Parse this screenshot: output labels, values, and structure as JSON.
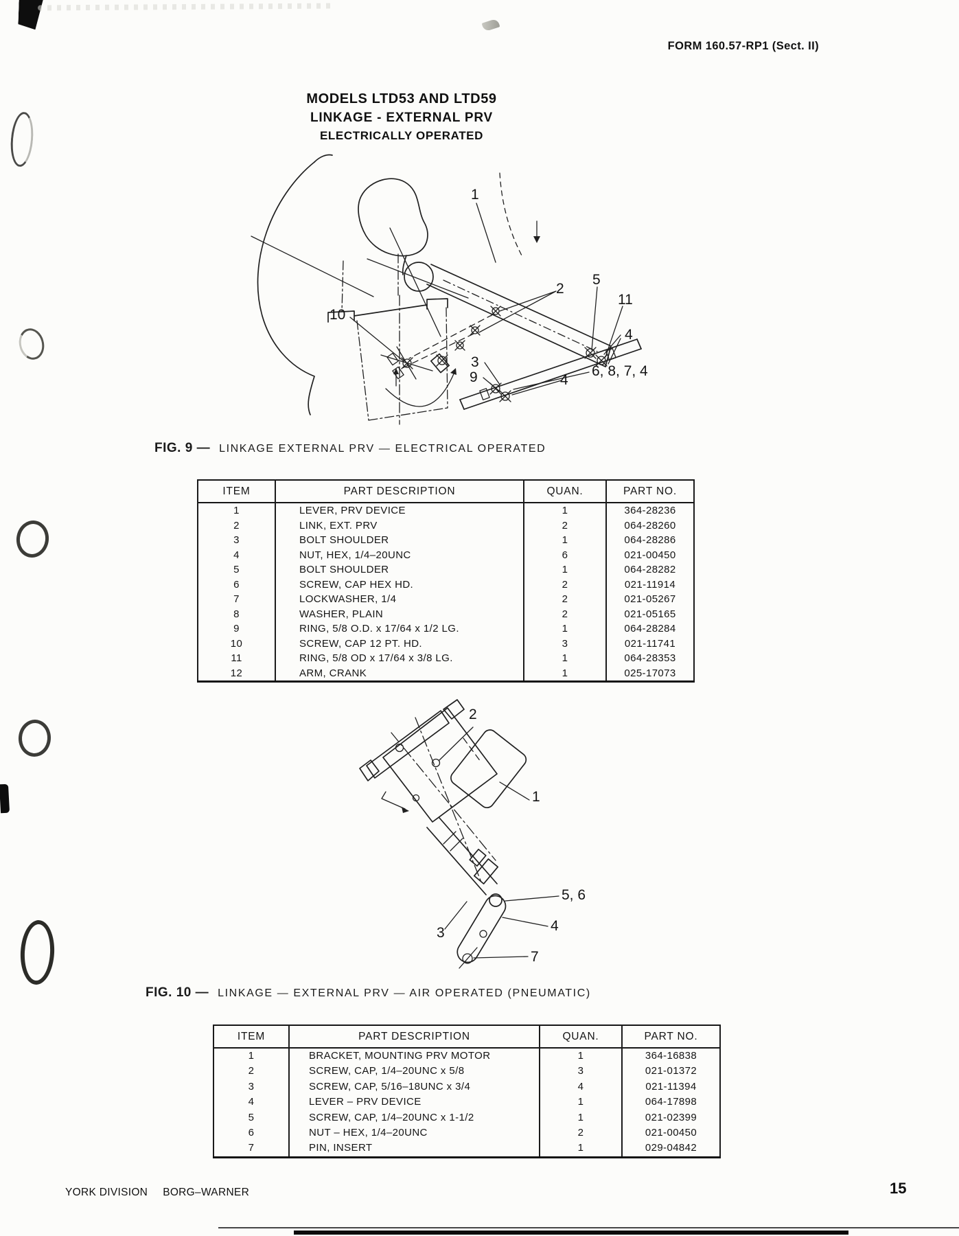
{
  "header": {
    "form_number": "FORM 160.57-RP1 (Sect. II)"
  },
  "title": {
    "line1": "MODELS LTD53 AND LTD59",
    "line2": "LINKAGE - EXTERNAL PRV",
    "line3": "ELECTRICALLY OPERATED"
  },
  "figure9": {
    "label": "FIG. 9 —",
    "caption": "LINKAGE EXTERNAL PRV — ELECTRICAL OPERATED",
    "callouts": {
      "c1": "1",
      "c2": "2",
      "c5": "5",
      "c11": "11",
      "c10": "10",
      "c4r": "4",
      "c3": "3",
      "c9": "9",
      "c6874": "6, 8, 7, 4",
      "c4b": "4"
    }
  },
  "table1": {
    "headers": [
      "ITEM",
      "PART DESCRIPTION",
      "QUAN.",
      "PART NO."
    ],
    "rows": [
      [
        "1",
        "LEVER, PRV DEVICE",
        "1",
        "364-28236"
      ],
      [
        "2",
        "LINK, EXT. PRV",
        "2",
        "064-28260"
      ],
      [
        "3",
        "BOLT SHOULDER",
        "1",
        "064-28286"
      ],
      [
        "4",
        "NUT, HEX, 1/4–20UNC",
        "6",
        "021-00450"
      ],
      [
        "5",
        "BOLT SHOULDER",
        "1",
        "064-28282"
      ],
      [
        "6",
        "SCREW, CAP HEX HD.",
        "2",
        "021-11914"
      ],
      [
        "7",
        "LOCKWASHER, 1/4",
        "2",
        "021-05267"
      ],
      [
        "8",
        "WASHER, PLAIN",
        "2",
        "021-05165"
      ],
      [
        "9",
        "RING, 5/8 O.D. x 17/64 x 1/2 LG.",
        "1",
        "064-28284"
      ],
      [
        "10",
        "SCREW, CAP 12 PT. HD.",
        "3",
        "021-11741"
      ],
      [
        "11",
        "RING, 5/8 OD x 17/64 x 3/8 LG.",
        "1",
        "064-28353"
      ],
      [
        "12",
        "ARM, CRANK",
        "1",
        "025-17073"
      ]
    ]
  },
  "figure10": {
    "label": "FIG. 10 —",
    "caption": "LINKAGE — EXTERNAL PRV — AIR OPERATED (PNEUMATIC)",
    "callouts": {
      "c2": "2",
      "c1": "1",
      "c56": "5, 6",
      "c4": "4",
      "c3": "3",
      "c7": "7"
    }
  },
  "table2": {
    "headers": [
      "ITEM",
      "PART DESCRIPTION",
      "QUAN.",
      "PART NO."
    ],
    "rows": [
      [
        "1",
        "BRACKET, MOUNTING PRV MOTOR",
        "1",
        "364-16838"
      ],
      [
        "2",
        "SCREW, CAP, 1/4–20UNC x 5/8",
        "3",
        "021-01372"
      ],
      [
        "3",
        "SCREW, CAP, 5/16–18UNC x 3/4",
        "4",
        "021-11394"
      ],
      [
        "4",
        "LEVER – PRV DEVICE",
        "1",
        "064-17898"
      ],
      [
        "5",
        "SCREW, CAP, 1/4–20UNC x 1-1/2",
        "1",
        "021-02399"
      ],
      [
        "6",
        "NUT – HEX, 1/4–20UNC",
        "2",
        "021-00450"
      ],
      [
        "7",
        "PIN, INSERT",
        "1",
        "029-04842"
      ]
    ]
  },
  "footer": {
    "left_a": "YORK DIVISION",
    "left_b": "BORG–WARNER",
    "page_number": "15"
  }
}
